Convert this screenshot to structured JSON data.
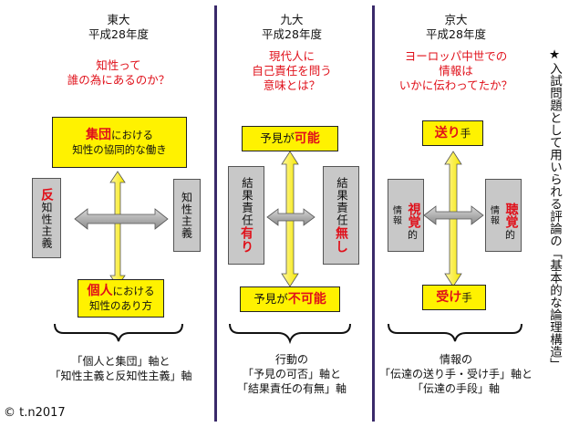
{
  "col1": {
    "univ": "東大",
    "year": "平成28年度",
    "question_l1": "知性って",
    "question_l2": "誰の為にあるのか？",
    "top_box_red": "集団",
    "top_box_rest": "における",
    "top_box_l2": "知性の協同的な働き",
    "bottom_box_red": "個人",
    "bottom_box_rest": "における",
    "bottom_box_l2": "知性のあり方",
    "left_box_red": "反",
    "left_box_rest": "知性主義",
    "right_box": "知性主義",
    "caption_l1": "「個人と集団」軸と",
    "caption_l2": "「知性主義と反知性主義」軸"
  },
  "col2": {
    "univ": "九大",
    "year": "平成28年度",
    "question_l1": "現代人に",
    "question_l2": "自己責任を問う",
    "question_l3": "意味とは？",
    "top_box_pre": "予見が",
    "top_box_red": "可能",
    "bottom_box_pre": "予見が",
    "bottom_box_red": "不可能",
    "left_box_pre": "結果責任",
    "left_box_red": "有り",
    "right_box_pre": "結果責任",
    "right_box_red": "無し",
    "caption_l1": "行動の",
    "caption_l2": "「予見の可否」軸と",
    "caption_l3": "「結果責任の有無」軸"
  },
  "col3": {
    "univ": "京大",
    "year": "平成28年度",
    "question_l1": "ヨーロッパ中世での",
    "question_l2": "情報は",
    "question_l3": "いかに伝わってたか？",
    "top_box_red": "送り",
    "top_box_rest": "手",
    "bottom_box_red": "受け",
    "bottom_box_rest": "手",
    "left_box_small": "情報",
    "left_box_red": "視覚",
    "left_box_rest": "的",
    "right_box_small": "情報",
    "right_box_red": "聴覚",
    "right_box_rest": "的",
    "caption_l1": "情報の",
    "caption_l2": "「伝達の送り手・受け手」軸と",
    "caption_l3": "「伝達の手段」軸"
  },
  "side_label": "★入試問題として用いられる評論の「基本的な論理構造」",
  "copyright": "© t.n2017",
  "colors": {
    "box_yellow": "#fff200",
    "box_gray": "#c8c8c8",
    "accent_red": "#e0101a",
    "divider": "#3a2a6a"
  }
}
